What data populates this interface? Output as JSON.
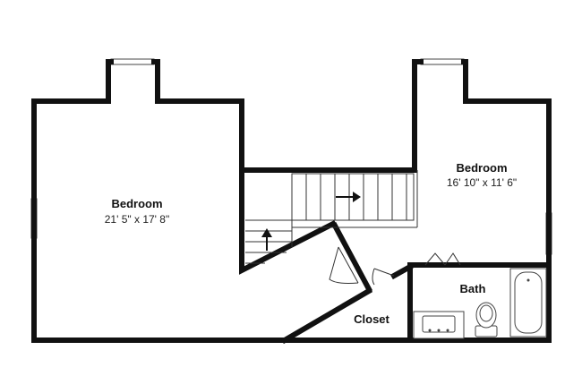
{
  "rooms": {
    "bedroom_left": {
      "name": "Bedroom",
      "dimensions": "21' 5\" x 17' 8\""
    },
    "bedroom_right": {
      "name": "Bedroom",
      "dimensions": "16' 10\" x 11' 6\""
    },
    "bath": {
      "name": "Bath"
    },
    "closet": {
      "name": "Closet"
    }
  },
  "icons": {
    "stair_up": "arrow-up-icon",
    "stair_right": "arrow-right-icon"
  },
  "colors": {
    "wall": "#111111",
    "fixture_stroke": "#444444",
    "background": "#ffffff"
  }
}
